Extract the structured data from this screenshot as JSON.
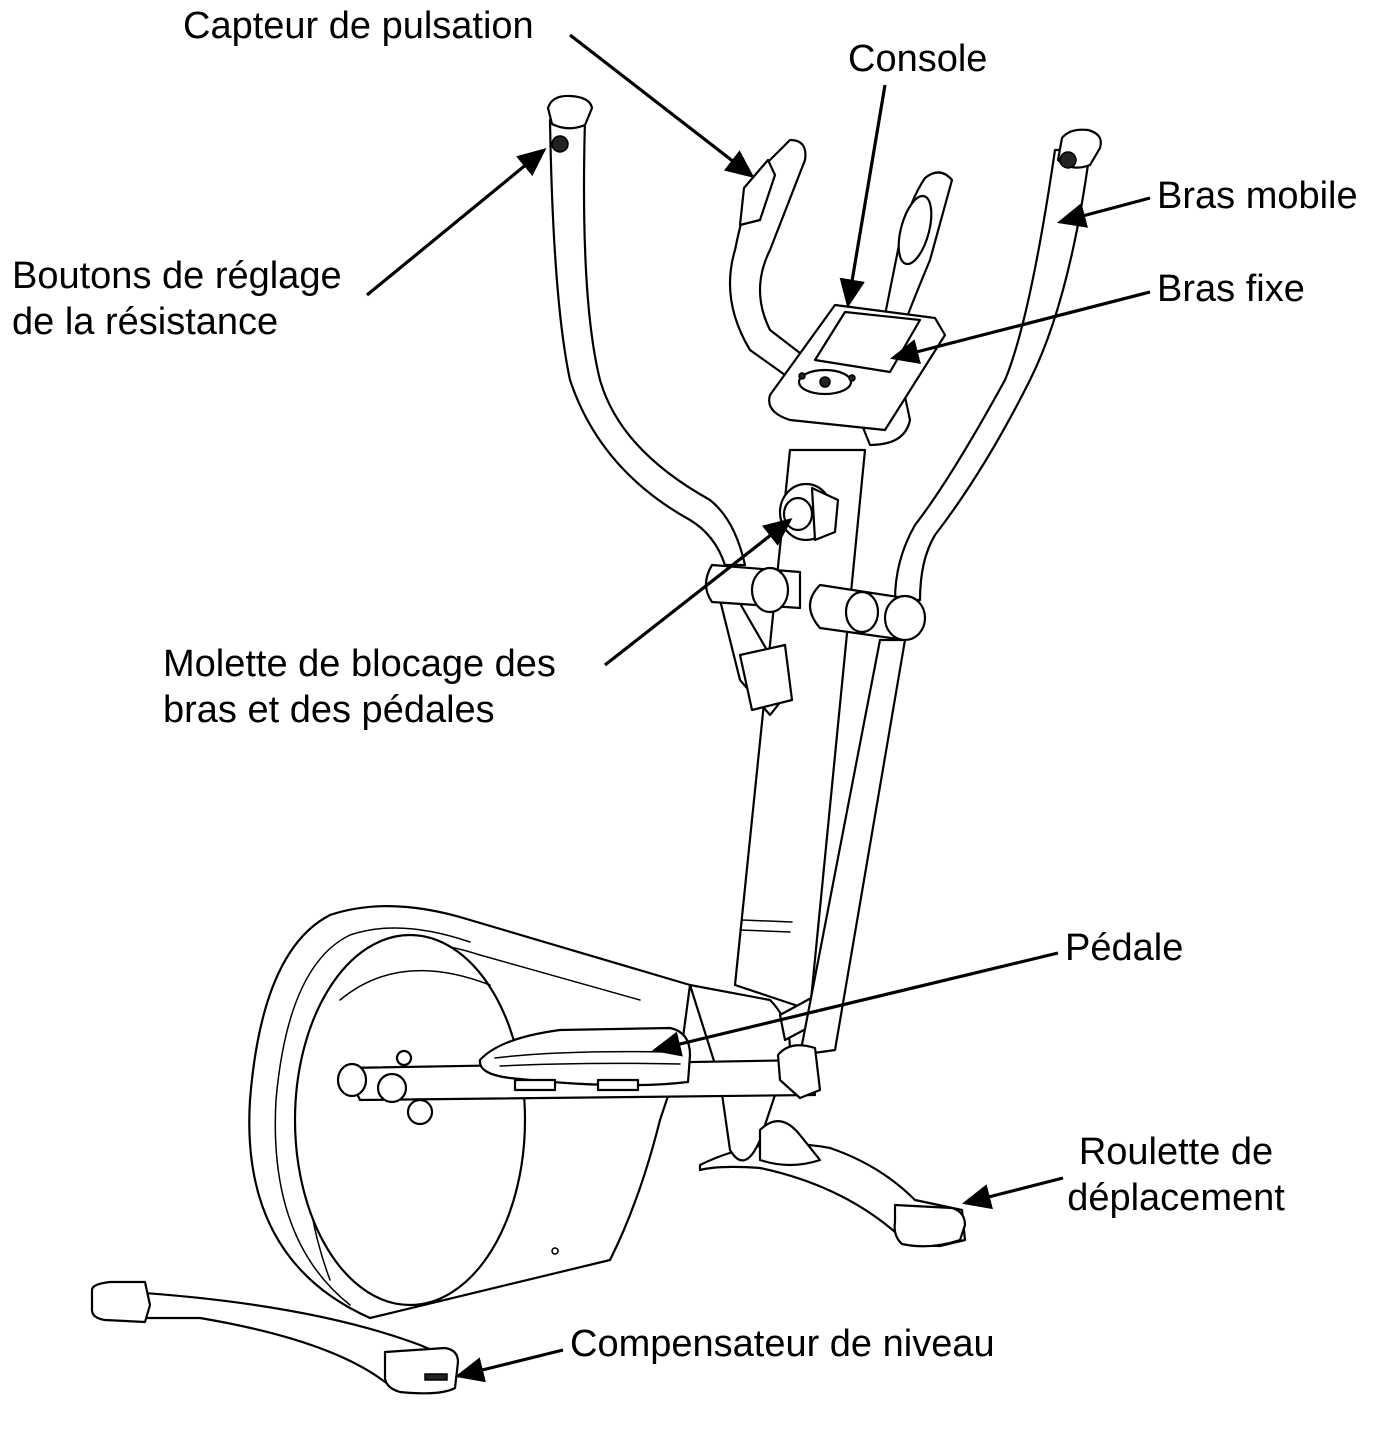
{
  "labels": {
    "capteur": "Capteur de pulsation",
    "console": "Console",
    "bras_mobile": "Bras mobile",
    "boutons_line1": "Boutons de réglage",
    "boutons_line2": "de la résistance",
    "bras_fixe": "Bras fixe",
    "molette_line1": "Molette de blocage des",
    "molette_line2": "bras et des pédales",
    "pedale": "Pédale",
    "roulette_line1": "Roulette de",
    "roulette_line2": "déplacement",
    "compensateur": "Compensateur de niveau"
  },
  "colors": {
    "line": "#000000",
    "background": "#ffffff"
  }
}
